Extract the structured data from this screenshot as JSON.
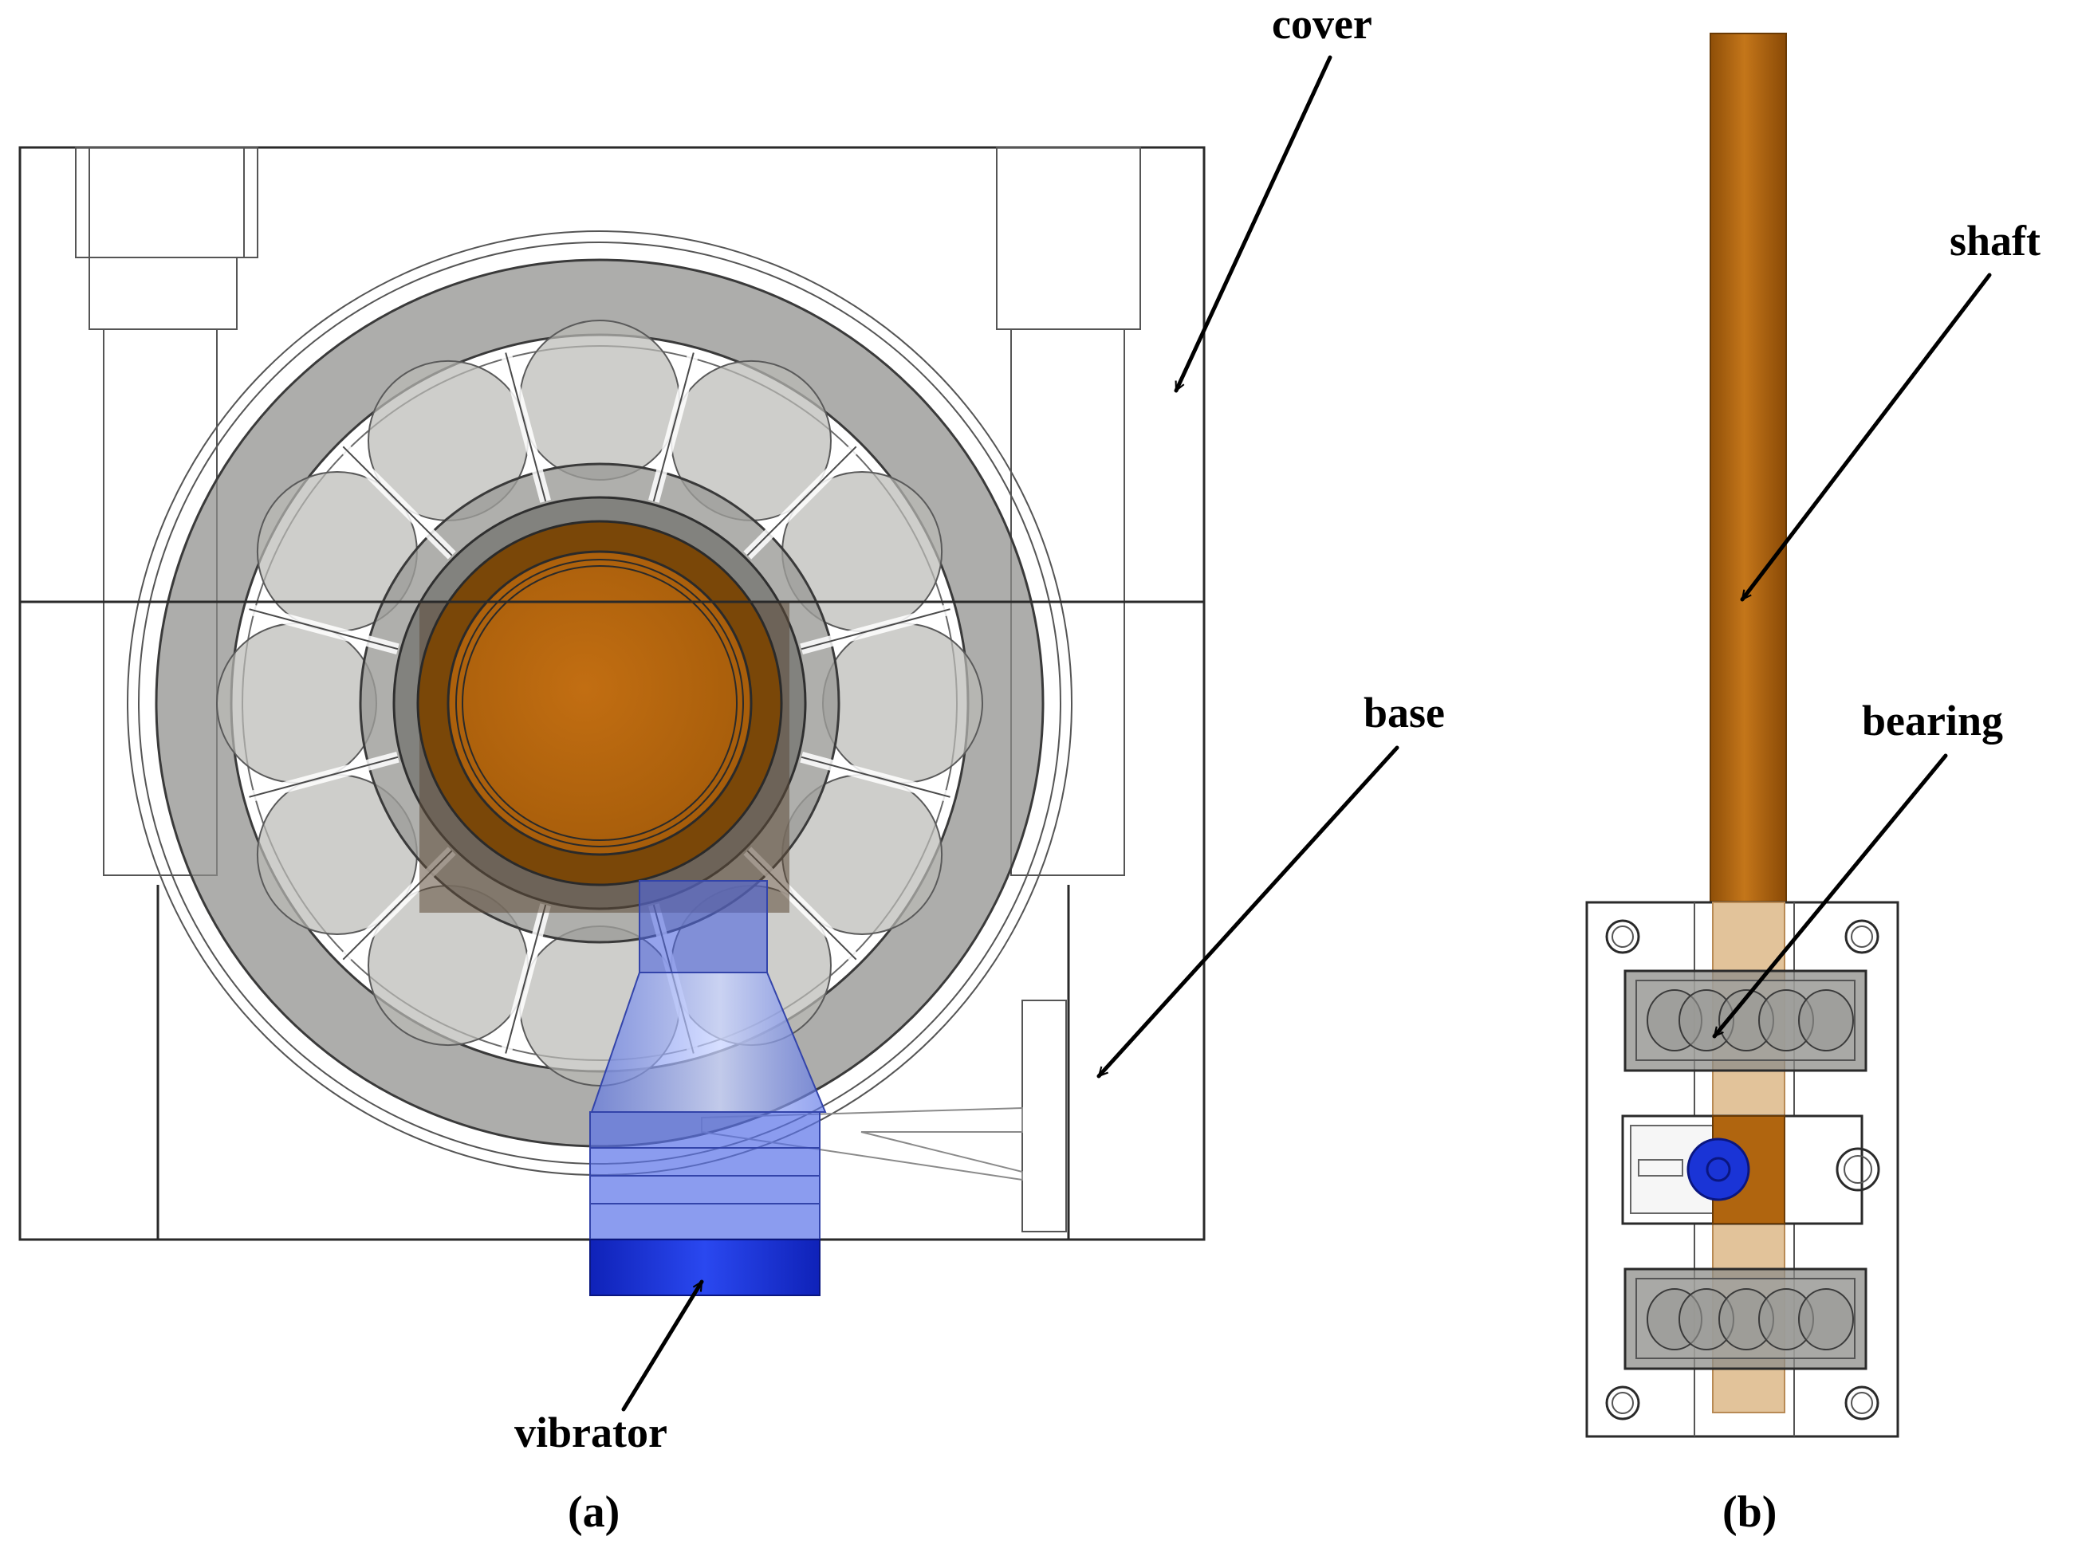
{
  "labels": {
    "cover": "cover",
    "base": "base",
    "vibrator": "vibrator",
    "shaft": "shaft",
    "bearing": "bearing"
  },
  "captions": {
    "a": "(a)",
    "b": "(b)"
  },
  "colors": {
    "shaft": "#b0650f",
    "shaft_light": "#e2c39a",
    "vibrator": "#1a34d6",
    "vibrator_light": "#9fb0f2",
    "bearing_gray": "#8e8e8a",
    "ball_gray": "#b9b9b5",
    "outline": "#2a2a2a"
  }
}
